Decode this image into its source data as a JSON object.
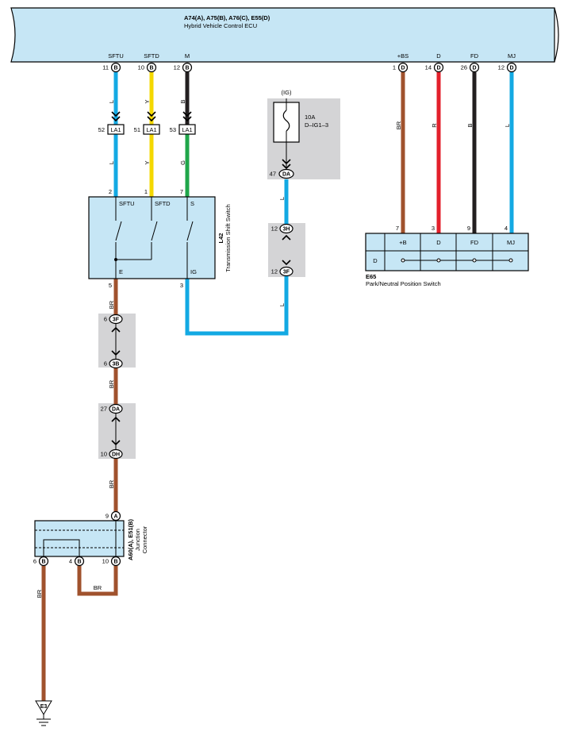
{
  "ecu": {
    "id": "A74(A), A75(B), A76(C), E55(D)",
    "name": "Hybrid Vehicle Control ECU"
  },
  "ecu_pins": {
    "sftu": {
      "name": "SFTU",
      "pin": "11",
      "conn": "B"
    },
    "sftd": {
      "name": "SFTD",
      "pin": "10",
      "conn": "B"
    },
    "m": {
      "name": "M",
      "pin": "12",
      "conn": "B"
    },
    "bs": {
      "name": "+BS",
      "pin": "1",
      "conn": "D"
    },
    "d": {
      "name": "D",
      "pin": "14",
      "conn": "D"
    },
    "fd": {
      "name": "FD",
      "pin": "26",
      "conn": "D"
    },
    "mj": {
      "name": "MJ",
      "pin": "12",
      "conn": "D"
    }
  },
  "wire_codes": {
    "sftu": "L",
    "sftd": "Y",
    "m": "B",
    "m_low": "G",
    "ig": "L",
    "e": "BR",
    "bs": "BR",
    "d": "R",
    "fd": "B",
    "mj": "L"
  },
  "colors": {
    "ecu_fill": "#c6e6f5",
    "blue": "#13a9e3",
    "yellow": "#f4d800",
    "black": "#231f20",
    "green": "#1fa64a",
    "brown": "#a0522d",
    "red": "#e3202b",
    "gray": "#d4d4d6"
  },
  "la1": {
    "sftu": {
      "pin": "52",
      "label": "LA1"
    },
    "sftd": {
      "pin": "51",
      "label": "LA1"
    },
    "m": {
      "pin": "53",
      "label": "LA1"
    }
  },
  "fuse": {
    "circuit": "(IG)",
    "rating": "10A",
    "name": "D–IG1–3",
    "pin": "47",
    "conn": "DA",
    "icon": "fuse-icon"
  },
  "ig_junction": {
    "top_pin": "12",
    "top_conn": "3H",
    "bottom_pin": "12",
    "bottom_conn": "3F"
  },
  "shift_switch": {
    "id": "L42",
    "name": "Transmission Shift Switch",
    "terms": {
      "sftu": "SFTU",
      "sftd": "SFTD",
      "s": "S",
      "e": "E",
      "ig": "IG"
    },
    "pins": {
      "sftu": "2",
      "sftd": "1",
      "s": "7",
      "e": "5",
      "ig": "3"
    }
  },
  "gnd_junctions": {
    "j1": {
      "top_pin": "6",
      "top_conn": "3F",
      "bottom_pin": "6",
      "bottom_conn": "3B"
    },
    "j2": {
      "top_pin": "27",
      "top_conn": "DA",
      "bottom_pin": "10",
      "bottom_conn": "DH"
    }
  },
  "junction_connector": {
    "id": "A60(A), E51(B)",
    "name_line1": "Junction",
    "name_line2": "Connector",
    "in_pin": "9",
    "in_conn": "A",
    "out_pins": [
      {
        "pin": "6",
        "conn": "B"
      },
      {
        "pin": "4",
        "conn": "B"
      },
      {
        "pin": "10",
        "conn": "B"
      }
    ],
    "loop_wire": "BR",
    "gnd_wire": "BR"
  },
  "ground": {
    "id": "E3"
  },
  "pnp_switch": {
    "id": "E65",
    "name": "Park/Neutral Position Switch",
    "headers": [
      "+B",
      "D",
      "FD",
      "MJ"
    ],
    "pins": [
      "7",
      "3",
      "9",
      "4"
    ],
    "row_label": "D"
  }
}
